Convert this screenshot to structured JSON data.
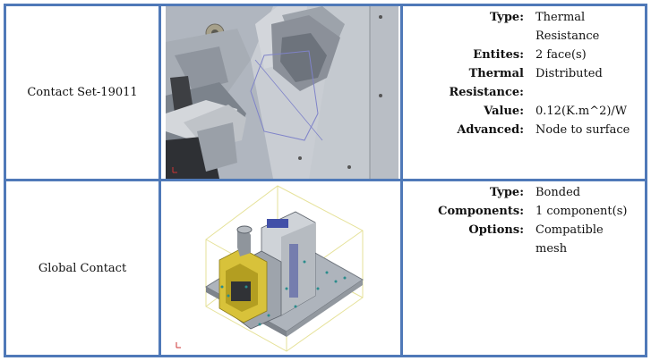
{
  "rows": [
    {
      "name": "Contact Set-19011",
      "properties": [
        {
          "label": "Type:",
          "value": "Thermal Resistance"
        },
        {
          "label": "Entites:",
          "value": "2 face(s)"
        },
        {
          "label": "Thermal Resistance:",
          "value": "Distributed"
        },
        {
          "label": "Value:",
          "value": "0.12(K.m^2)/W"
        },
        {
          "label": "Advanced:",
          "value": "Node to surface"
        }
      ]
    },
    {
      "name": "Global Contact",
      "properties": [
        {
          "label": "Type:",
          "value": "Bonded"
        },
        {
          "label": "Components:",
          "value": "1 component(s)"
        },
        {
          "label": "Options:",
          "value": "Compatible mesh"
        }
      ]
    }
  ],
  "colors": {
    "border": "#4f79b8",
    "model_yellow": "#d8c23a",
    "bbox_line": "#e6e29a"
  }
}
